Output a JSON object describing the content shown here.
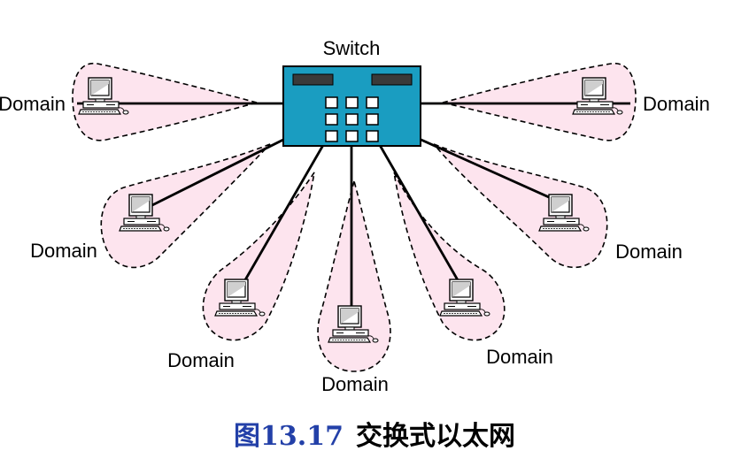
{
  "diagram": {
    "switch_label": "Switch",
    "domain_label": "Domain",
    "colors": {
      "switch_body": "#1a9dc1",
      "domain_fill": "#fde4ee",
      "caption_number": "#2340a8"
    },
    "domains": [
      {
        "id": "left-top",
        "label": "Domain"
      },
      {
        "id": "right-top",
        "label": "Domain"
      },
      {
        "id": "left-mid",
        "label": "Domain"
      },
      {
        "id": "right-mid",
        "label": "Domain"
      },
      {
        "id": "lower-left",
        "label": "Domain"
      },
      {
        "id": "bottom-center",
        "label": "Domain"
      },
      {
        "id": "lower-right",
        "label": "Domain"
      }
    ]
  },
  "caption": {
    "figure_number": "图13.17",
    "text": "交换式以太网"
  }
}
